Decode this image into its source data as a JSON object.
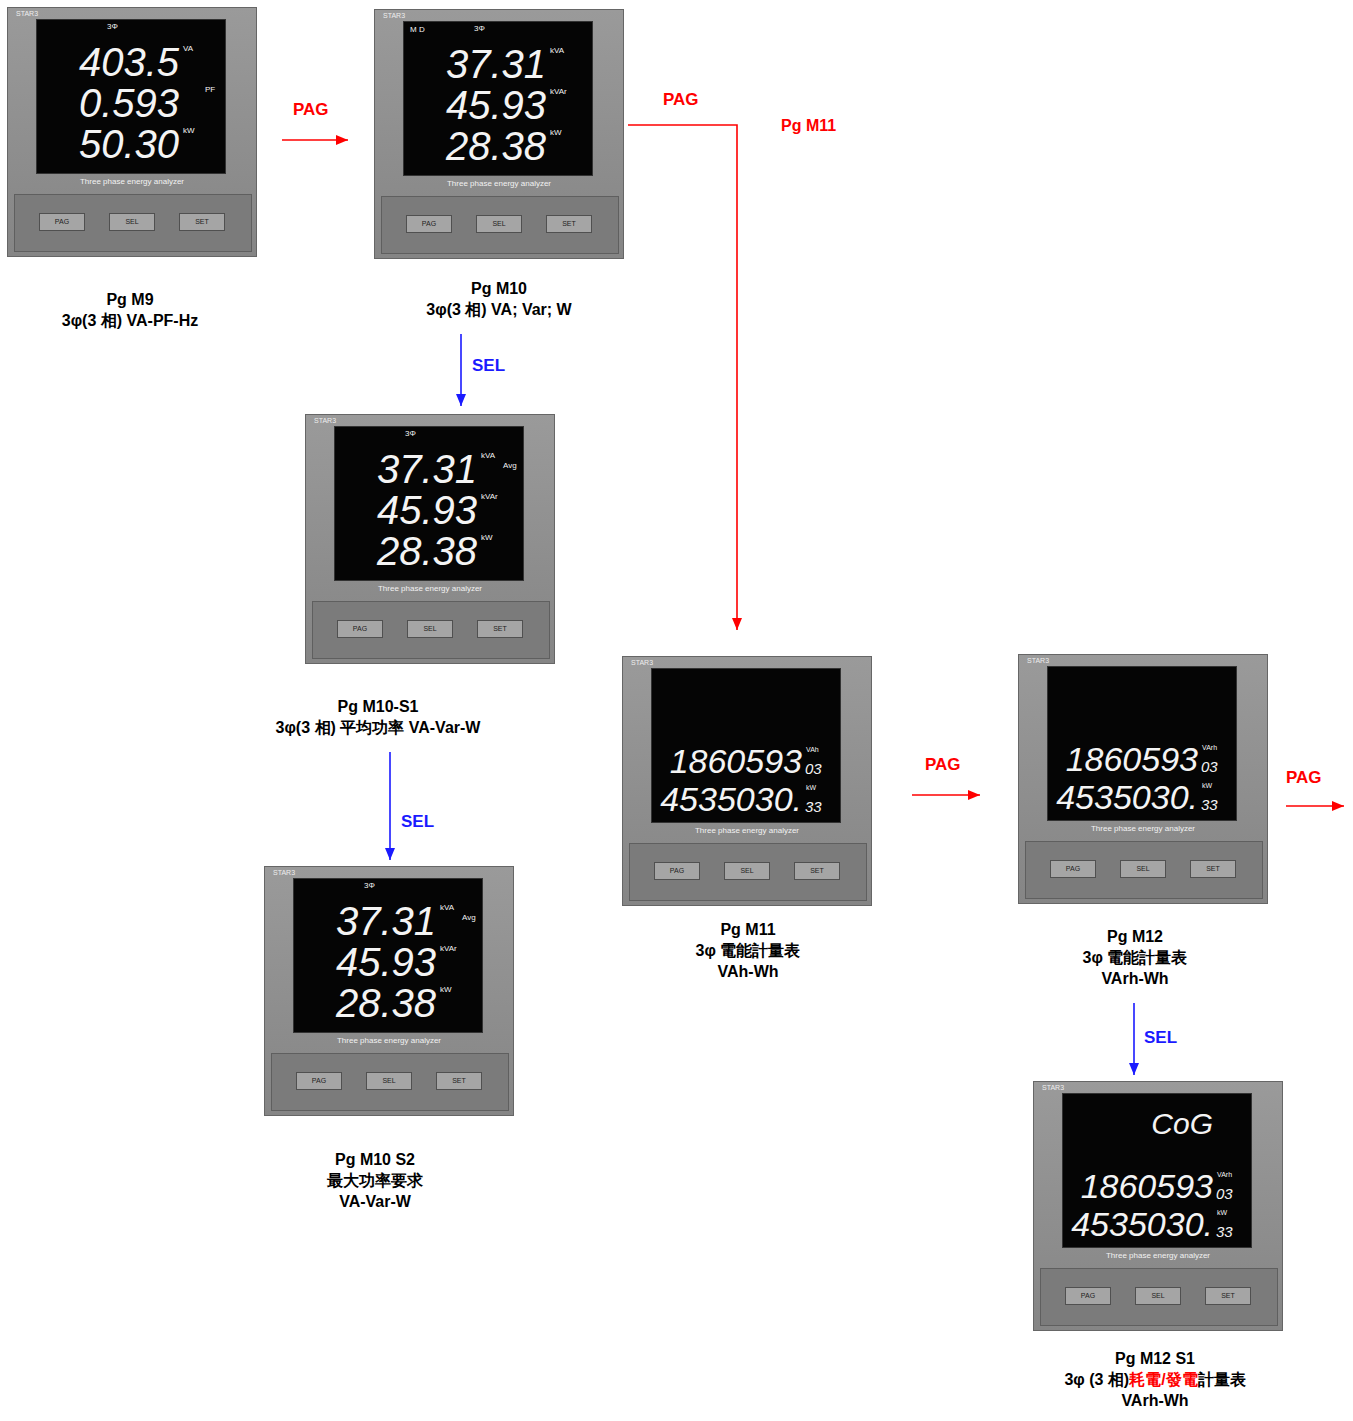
{
  "diagram": {
    "nodes": [
      {
        "text": [
          "Pg M9",
          "3φ(3 相) VA-PF-Hz",
          "STAR3",
          "3Φ",
          "403.5",
          "VA",
          "0.593",
          "PF",
          "50.30",
          "kW",
          "Three phase energy analyzer",
          "PAG",
          "SEL",
          "SET"
        ]
      },
      {
        "text": [
          "Pg M10",
          "3φ(3 相) VA; Var; W",
          "STAR3",
          "M D",
          "3Φ",
          "37.31",
          "kVA",
          "45.93",
          "kVAr",
          "28.38",
          "kW",
          "Three phase energy analyzer",
          "PAG",
          "SEL",
          "SET"
        ]
      },
      {
        "text": [
          "Pg M10-S1",
          "3φ(3 相) 平均功率 VA-Var-W",
          "STAR3",
          "3Φ",
          "37.31",
          "kVA",
          "Avg",
          "45.93",
          "kVAr",
          "28.38",
          "kW",
          "Three phase energy analyzer",
          "PAG",
          "SEL",
          "SET"
        ]
      },
      {
        "text": [
          "Pg M10 S2",
          "最大功率要求",
          "VA-Var-W",
          "STAR3",
          "3Φ",
          "37.31",
          "kVA",
          "Avg",
          "45.93",
          "kVAr",
          "28.38",
          "kW",
          "Three phase energy analyzer",
          "PAG",
          "SEL",
          "SET"
        ]
      },
      {
        "text": [
          "Pg M11",
          "3φ 電能計量表",
          "VAh-Wh",
          "STAR3",
          "1860593",
          "03",
          "VAh",
          "4535030.",
          "33",
          "kW",
          "Three phase energy analyzer",
          "PAG",
          "SEL",
          "SET"
        ]
      },
      {
        "text": [
          "Pg M12",
          "3φ 電能計量表",
          "VArh-Wh",
          "STAR3",
          "1860593",
          "03",
          "VArh",
          "4535030.",
          "33",
          "kW",
          "Three phase energy analyzer",
          "PAG",
          "SEL",
          "SET"
        ]
      },
      {
        "text": [
          "Pg M12 S1",
          "3φ (3 相)",
          "耗電/發電",
          "計量表",
          "VArh-Wh",
          "STAR3",
          "CoG",
          "1860593",
          "03",
          "VArh",
          "4535030.",
          "33",
          "kW",
          "Three phase energy analyzer",
          "PAG",
          "SEL",
          "SET"
        ]
      }
    ],
    "edges": [
      {
        "from": 0,
        "to": 1,
        "label": "PAG",
        "arrow": "to"
      },
      {
        "from": 1,
        "to": 4,
        "label": "PAG",
        "arrow": "to"
      },
      {
        "from": 1,
        "to": 2,
        "label": "SEL",
        "arrow": "to"
      },
      {
        "from": 2,
        "to": 3,
        "label": "SEL",
        "arrow": "to"
      },
      {
        "from": 4,
        "to": 5,
        "label": "PAG",
        "arrow": "to"
      },
      {
        "from": 5,
        "to": 6,
        "label": "SEL",
        "arrow": "to"
      }
    ],
    "labels": [
      "Pg M11",
      "PAG"
    ]
  }
}
